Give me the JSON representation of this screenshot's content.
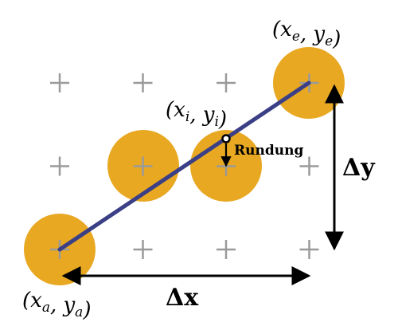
{
  "colors": {
    "pixel": "#E8A822",
    "grid": "#9a9a9a",
    "line": "#3A3F86",
    "arrow": "#000000"
  },
  "labels": {
    "start_point": "(x_a, y_a)",
    "end_point": "(x_e, y_e)",
    "intermediate_point": "(x_i, y_i)",
    "rounding": "Rundung",
    "delta_x": "Δx",
    "delta_y": "Δy"
  },
  "grid": {
    "columns": 4,
    "rows": 3
  },
  "filled_pixels": [
    {
      "col": 0,
      "row": 2
    },
    {
      "col": 1,
      "row": 1
    },
    {
      "col": 2,
      "row": 1
    },
    {
      "col": 3,
      "row": 0
    }
  ]
}
